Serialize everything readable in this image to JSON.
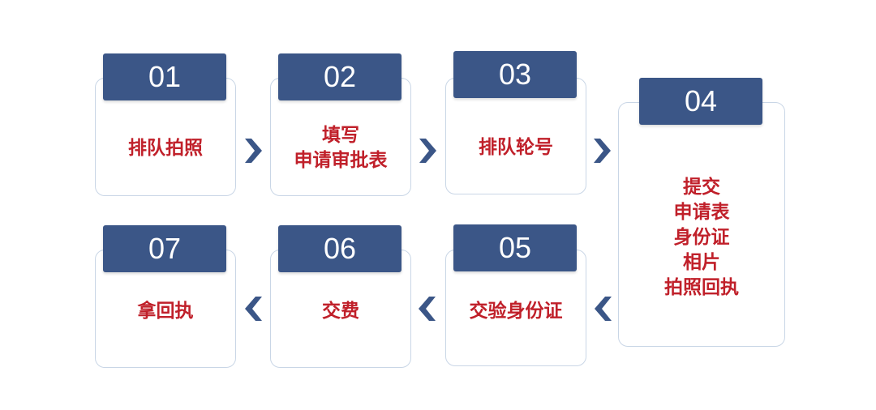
{
  "accent_color": "#3b5687",
  "text_color": "#c0202a",
  "steps": [
    {
      "number": "01",
      "lines": [
        "排队拍照"
      ]
    },
    {
      "number": "02",
      "lines": [
        "填写",
        "申请审批表"
      ]
    },
    {
      "number": "03",
      "lines": [
        "排队轮号"
      ]
    },
    {
      "number": "04",
      "lines": [
        "提交",
        "申请表",
        "身份证",
        "相片",
        "拍照回执"
      ]
    },
    {
      "number": "05",
      "lines": [
        "交验身份证"
      ]
    },
    {
      "number": "06",
      "lines": [
        "交费"
      ]
    },
    {
      "number": "07",
      "lines": [
        "拿回执"
      ]
    }
  ]
}
